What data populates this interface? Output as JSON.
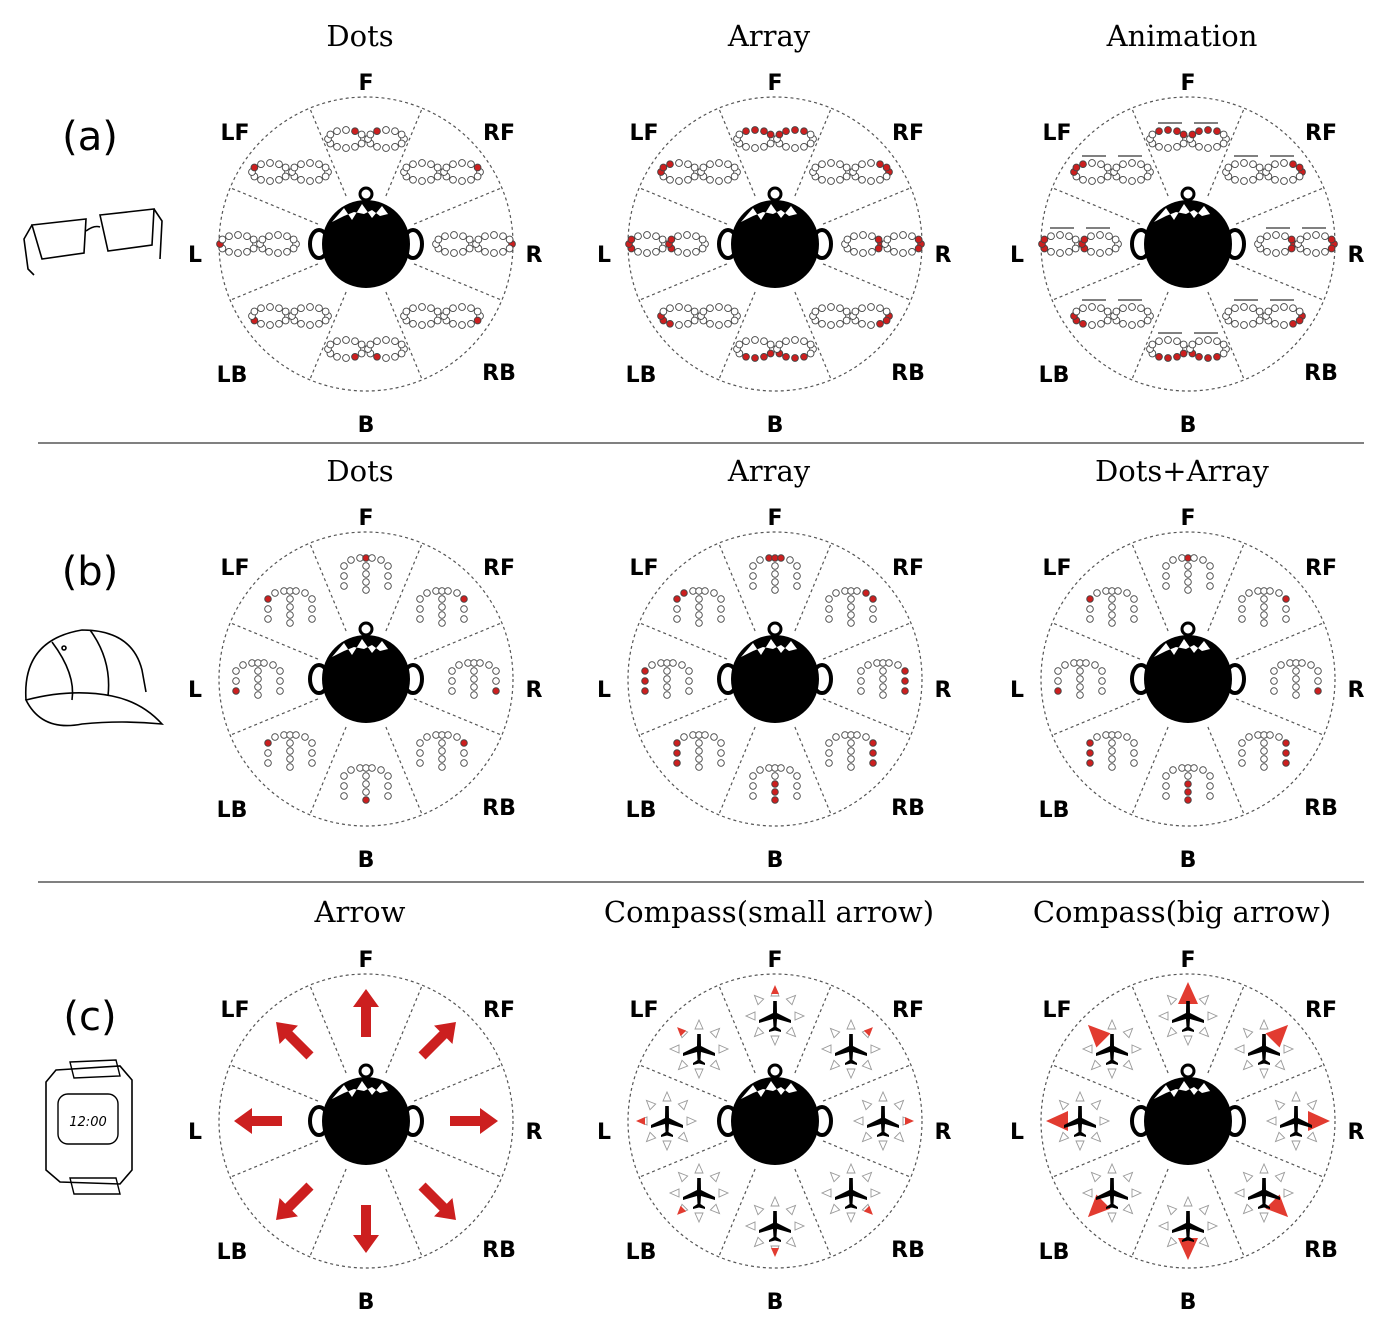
{
  "direction_labels": [
    "F",
    "RF",
    "R",
    "RB",
    "B",
    "LB",
    "L",
    "LF"
  ],
  "colors": {
    "active": "#cc1f1f",
    "inactive": "#ffffff",
    "outline": "#444444",
    "head": "#000000",
    "rule": "#555555"
  },
  "rows": [
    {
      "label": "(a)",
      "device": "glasses-icon",
      "panels": [
        {
          "title": "Dots",
          "display": "glasses",
          "mode": "dot"
        },
        {
          "title": "Array",
          "display": "glasses",
          "mode": "array"
        },
        {
          "title": "Animation",
          "display": "glasses",
          "mode": "animation"
        }
      ]
    },
    {
      "label": "(b)",
      "device": "cap-icon",
      "panels": [
        {
          "title": "Dots",
          "display": "cap",
          "mode": "dot"
        },
        {
          "title": "Array",
          "display": "cap",
          "mode": "array"
        },
        {
          "title": "Dots+Array",
          "display": "cap",
          "mode": "dotsarray"
        }
      ]
    },
    {
      "label": "(c)",
      "device": "watch-icon",
      "watch_text": "12:00",
      "panels": [
        {
          "title": "Arrow",
          "display": "arrow",
          "mode": "arrow"
        },
        {
          "title": "Compass(small arrow)",
          "display": "compass",
          "mode": "small"
        },
        {
          "title": "Compass(big arrow)",
          "display": "compass",
          "mode": "big"
        }
      ]
    }
  ]
}
